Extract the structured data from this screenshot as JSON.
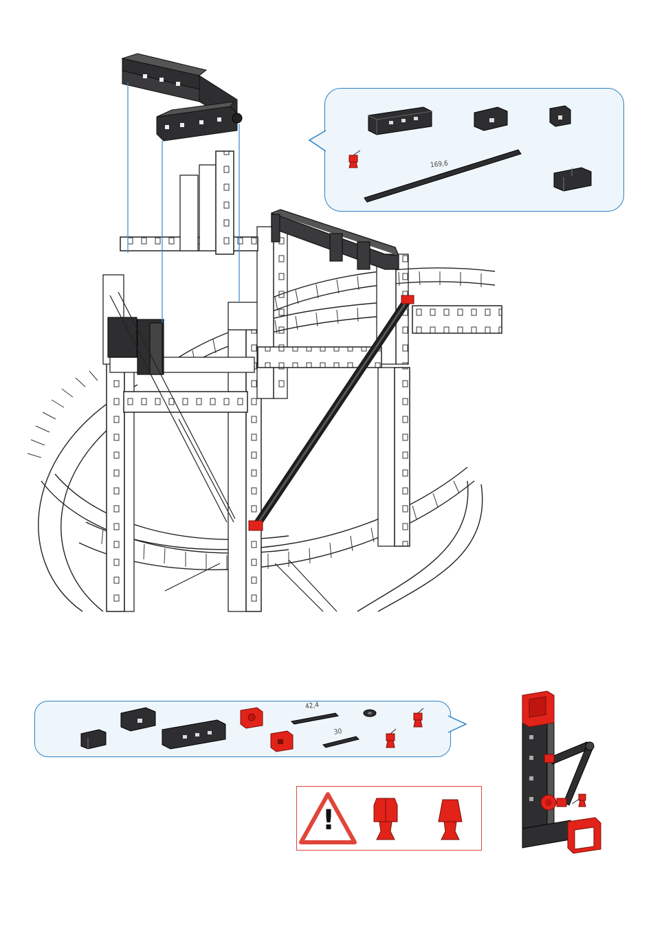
{
  "parts_callout_top": {
    "rod_length_label": "169,6"
  },
  "parts_callout_bottom": {
    "strut_long_label": "42,4",
    "strut_short_label": "30"
  },
  "warning": {
    "symbol": "!"
  },
  "colors": {
    "callout_border": "#2b7fc2",
    "callout_fill": "#eef6fb",
    "part_dark": "#2e2e30",
    "part_red": "#e2231a",
    "guide_line": "#3a86c8",
    "warning_red": "#e0453a"
  }
}
